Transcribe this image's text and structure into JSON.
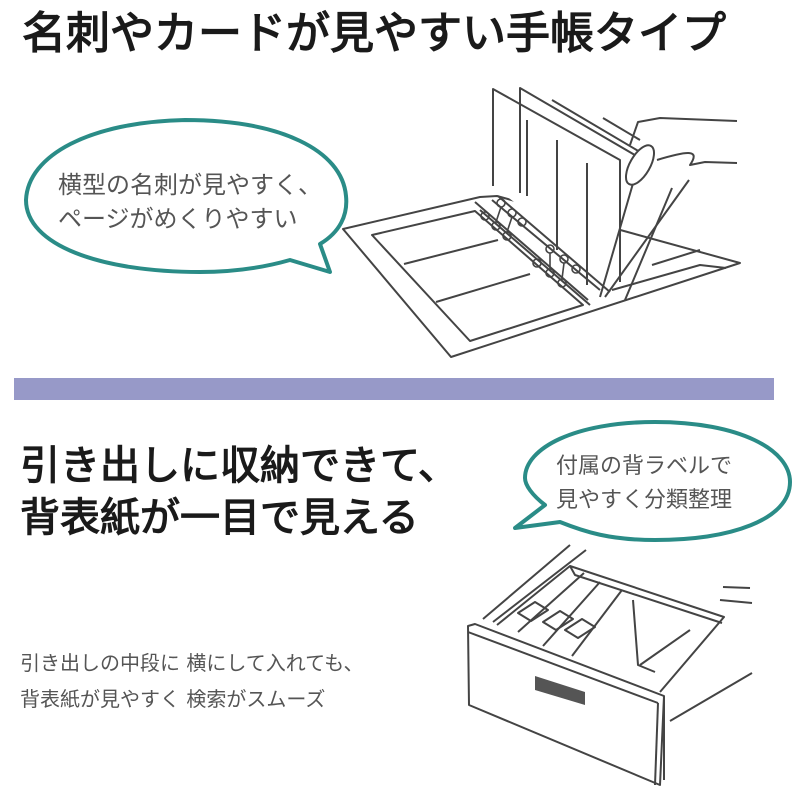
{
  "section_top": {
    "title": "名刺やカードが見やすい手帳タイプ",
    "bubble": {
      "lines": [
        "横型の名刺が見やすく、",
        "ページがめくりやすい"
      ]
    },
    "illustration": "business-card-binder-with-hand-turning-pages"
  },
  "divider": {
    "color": "#9799c8"
  },
  "section_bottom": {
    "title_lines": [
      "引き出しに収納できて、",
      "背表紙が一目で見える"
    ],
    "bubble": {
      "lines": [
        "付属の背ラベルで",
        "見やすく分類整理"
      ]
    },
    "caption_lines": [
      "引き出しの中段に 横にして入れても、",
      "背表紙が見やすく 検索がスムーズ"
    ],
    "illustration": "open-drawer-with-labeled-binders"
  },
  "colors": {
    "bubble_outline": "#2a8c87",
    "headline_text": "#1a1a1a",
    "body_text": "#555555",
    "line_art": "#444444",
    "drawer_label": "#555555"
  }
}
